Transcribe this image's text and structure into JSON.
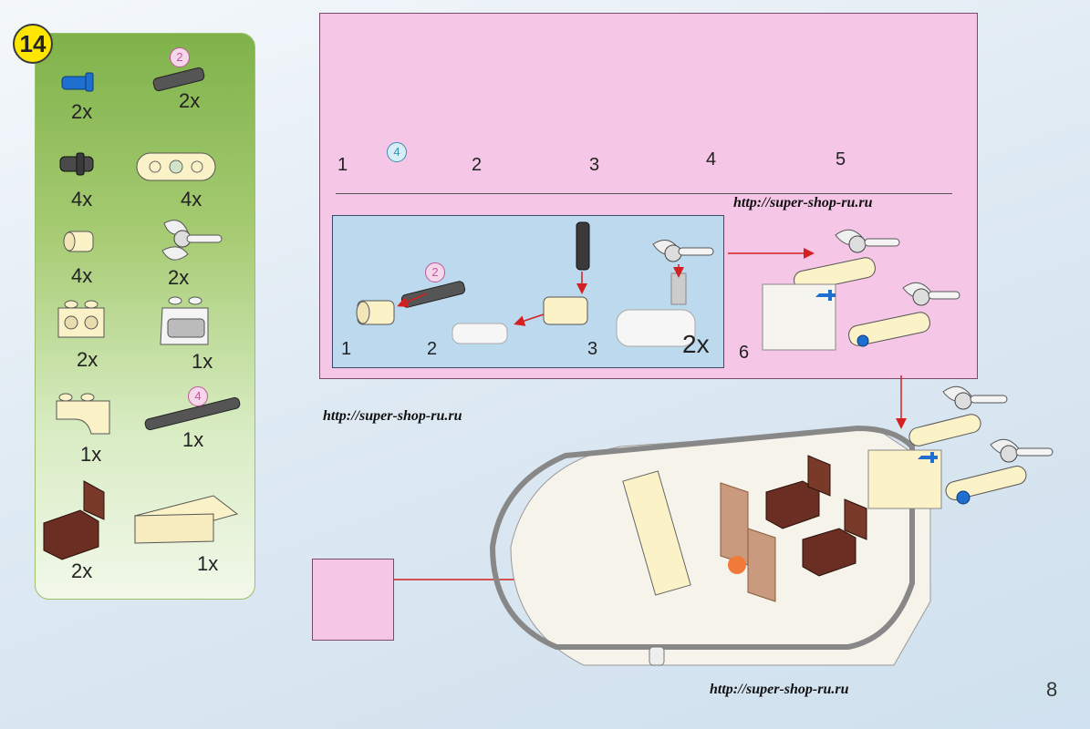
{
  "step_number": "14",
  "parts": [
    {
      "name": "blue-pin",
      "qty": "2x"
    },
    {
      "name": "axle-2",
      "qty": "2x",
      "label": "2"
    },
    {
      "name": "black-pin",
      "qty": "4x"
    },
    {
      "name": "liftarm-3",
      "qty": "4x"
    },
    {
      "name": "axle-connector",
      "qty": "4x"
    },
    {
      "name": "propeller",
      "qty": "2x"
    },
    {
      "name": "technic-brick-1x2",
      "qty": "2x"
    },
    {
      "name": "printed-slope-dashboard",
      "qty": "1x"
    },
    {
      "name": "round-brick-corner",
      "qty": "1x"
    },
    {
      "name": "axle-4",
      "qty": "1x",
      "label": "4"
    },
    {
      "name": "seat",
      "qty": "2x"
    },
    {
      "name": "slope-brick-2x4",
      "qty": "1x"
    }
  ],
  "substeps_top": [
    "1",
    "2",
    "3",
    "4",
    "5"
  ],
  "substeps_top_axle_label": "4",
  "substeps_inner": [
    "1",
    "2",
    "3"
  ],
  "inner_axle_label": "2",
  "inner_multiplier": "2x",
  "substep_six": "6",
  "watermarks": [
    "http://super-shop-ru.ru",
    "http://super-shop-ru.ru",
    "http://super-shop-ru.ru"
  ],
  "page_number": "8",
  "colors": {
    "accent_pink": "#f5c6e6",
    "inner_blue": "#bcd9ee",
    "parts_green": "#7fb24a",
    "arrow_red": "#d42020"
  }
}
